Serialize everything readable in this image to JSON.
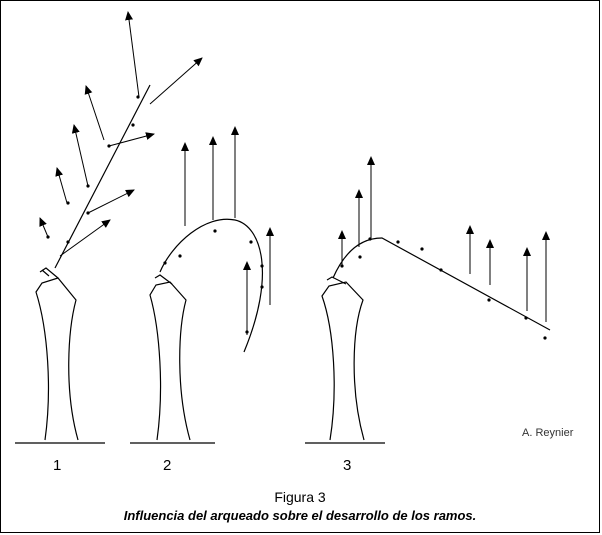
{
  "figure": {
    "caption_title": "Figura 3",
    "caption_text": "Influencia del arqueado sobre el desarrollo de los ramos.",
    "credit": "A. Reynier",
    "panels": [
      "1",
      "2",
      "3"
    ]
  },
  "colors": {
    "ink": "#000000",
    "paper": "#ffffff"
  }
}
